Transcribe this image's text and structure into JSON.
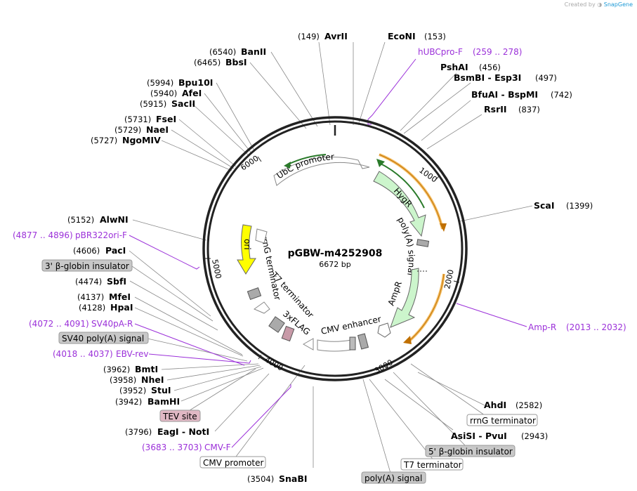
{
  "credit": {
    "prefix": "Created by",
    "brand": "SnapGene"
  },
  "plasmid": {
    "name": "pGBW-m4252908",
    "size": "6672 bp"
  },
  "ruler": [
    "1000",
    "2000",
    "3000",
    "4000",
    "5000",
    "6000"
  ],
  "enzymes": [
    {
      "pos": "(149)",
      "name": "AvrII"
    },
    {
      "pos": "(153)",
      "name": "EcoNI"
    },
    {
      "pos": "(456)",
      "name": "PshAI"
    },
    {
      "pos": "(497)",
      "name": "BsmBI - Esp3I"
    },
    {
      "pos": "(742)",
      "name": "BfuAI - BspMI"
    },
    {
      "pos": "(837)",
      "name": "RsrII"
    },
    {
      "pos": "(1399)",
      "name": "ScaI"
    },
    {
      "pos": "(2582)",
      "name": "AhdI"
    },
    {
      "pos": "(2943)",
      "name": "AsiSI - PvuI"
    },
    {
      "pos": "(3504)",
      "name": "SnaBI"
    },
    {
      "pos": "(3796)",
      "name": "EagI - NotI"
    },
    {
      "pos": "(3942)",
      "name": "BamHI"
    },
    {
      "pos": "(3952)",
      "name": "StuI"
    },
    {
      "pos": "(3958)",
      "name": "NheI"
    },
    {
      "pos": "(3962)",
      "name": "BmtI"
    },
    {
      "pos": "(4128)",
      "name": "HpaI"
    },
    {
      "pos": "(4137)",
      "name": "MfeI"
    },
    {
      "pos": "(4474)",
      "name": "SbfI"
    },
    {
      "pos": "(4606)",
      "name": "PacI"
    },
    {
      "pos": "(5152)",
      "name": "AlwNI"
    },
    {
      "pos": "(5727)",
      "name": "NgoMIV"
    },
    {
      "pos": "(5729)",
      "name": "NaeI"
    },
    {
      "pos": "(5731)",
      "name": "FseI"
    },
    {
      "pos": "(5915)",
      "name": "SacII"
    },
    {
      "pos": "(5940)",
      "name": "AfeI"
    },
    {
      "pos": "(5994)",
      "name": "Bpu10I"
    },
    {
      "pos": "(6465)",
      "name": "BbsI"
    },
    {
      "pos": "(6540)",
      "name": "BanII"
    }
  ],
  "primers": [
    {
      "name": "hUBCpro-F",
      "range": "(259 .. 278)"
    },
    {
      "name": "Amp-R",
      "range": "(2013 .. 2032)"
    },
    {
      "name": "CMV-F",
      "range": "(3683 .. 3703)"
    },
    {
      "name": "EBV-rev",
      "range": "(4018 .. 4037)"
    },
    {
      "name": "SV40pA-R",
      "range": "(4072 .. 4091)"
    },
    {
      "name": "pBR322ori-F",
      "range": "(4877 .. 4896)"
    }
  ],
  "boxed_features": [
    "rrnG terminator",
    "5' β-globin insulator",
    "T7 terminator",
    "poly(A) signal",
    "CMV promoter",
    "TEV site",
    "SV40 poly(A) signal",
    "3' β-globin insulator"
  ],
  "inner_labels": {
    "ubc": "UbC promoter",
    "hygr": "HygR",
    "polya": "poly(A) signal",
    "ampr": "AmpR",
    "cmv": "CMV enhancer",
    "flag": "3xFLAG",
    "t7": "T7 terminator",
    "rrng": "rrnG terminator",
    "ori": "ori"
  },
  "colors": {
    "primer": "#9b30d9",
    "green_feature": "#ccf5cc",
    "orange_primer_arrow": "#f0a830",
    "ori": "#ffff00",
    "grey_box": "#c8c8c8",
    "tev_box": "#e0b8c4"
  }
}
